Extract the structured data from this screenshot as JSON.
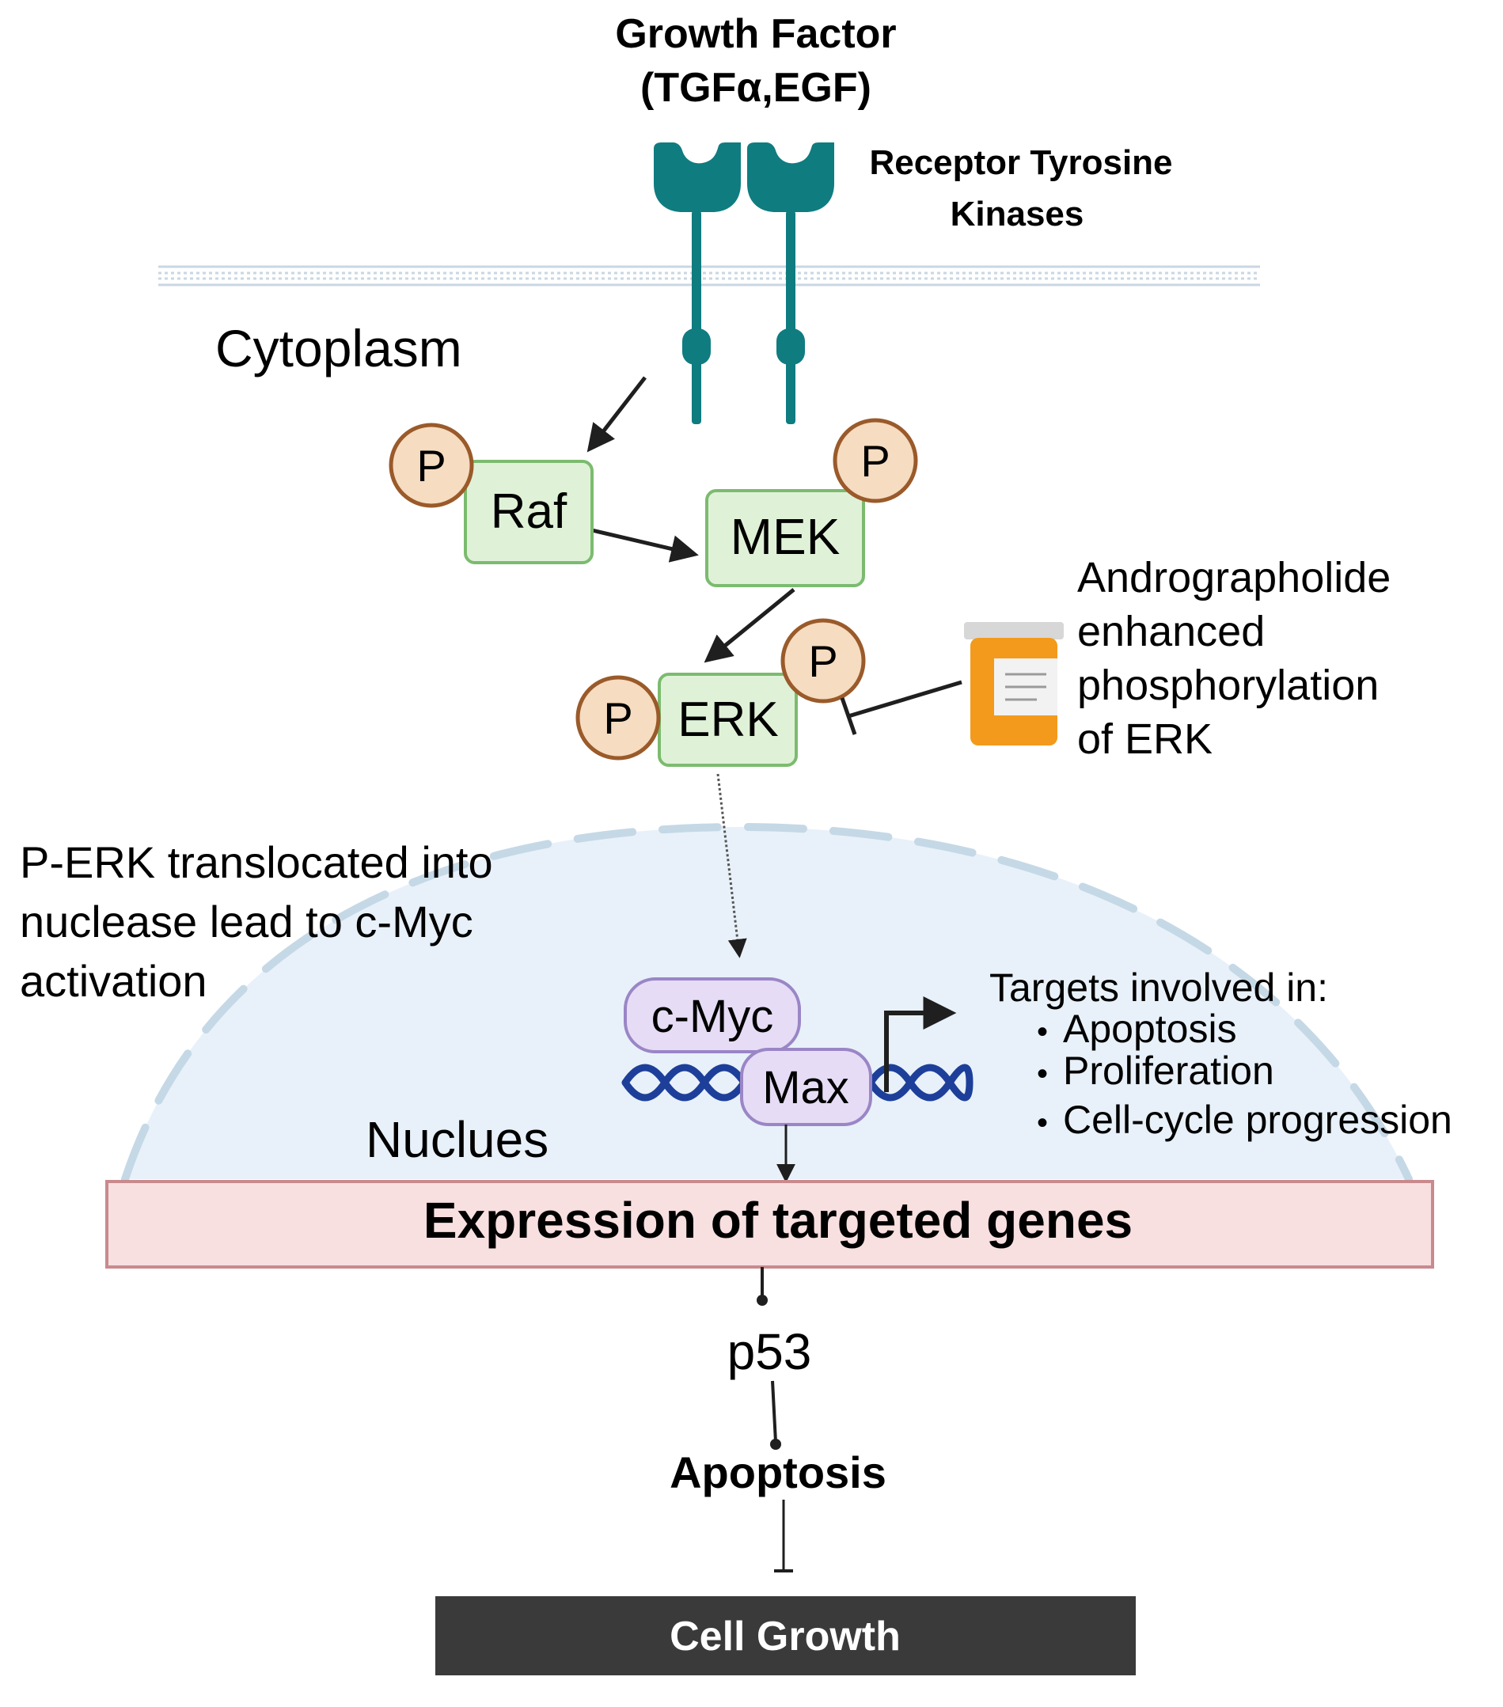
{
  "growth_factor": {
    "line1": "Growth Factor",
    "line2": "(TGFα,EGF)"
  },
  "receptor": {
    "line1": "Receptor Tyrosine",
    "line2": "Kinases"
  },
  "cytoplasm_label": "Cytoplasm",
  "phospho_label": "P",
  "proteins": {
    "raf": "Raf",
    "mek": "MEK",
    "erk": "ERK",
    "cmyc": "c-Myc",
    "max": "Max"
  },
  "drug_note": {
    "line1": "Andrographolide",
    "line2": "enhanced",
    "line3": "phosphorylation",
    "line4": "of ERK"
  },
  "translocation_note": {
    "line1": "P-ERK translocated into",
    "line2": "nuclease lead to c-Myc",
    "line3": "activation"
  },
  "targets": {
    "heading": "Targets involved in:",
    "items": [
      "Apoptosis",
      "Proliferation",
      "Cell-cycle progression"
    ],
    "bullet": "•"
  },
  "nucleus_label": "Nuclues",
  "expression_box": "Expression of targeted genes",
  "p53_label": "p53",
  "apoptosis_label": "Apoptosis",
  "cell_growth": "Cell Growth",
  "colors": {
    "receptor_teal": "#0f7c80",
    "protein_green_fill": "#dff2d8",
    "protein_green_stroke": "#7cbb6f",
    "phospho_fill": "#f6dcc0",
    "phospho_stroke": "#9a5a2a",
    "myc_fill": "#e6dcf5",
    "myc_stroke": "#9a86c6",
    "nucleus_fill": "#e8f1f9",
    "nucleus_dash": "#c5d8e6",
    "expression_fill": "#f8dfe0",
    "expression_stroke": "#c98a8e",
    "cell_growth_fill": "#3a3a3a",
    "dna_blue": "#1d3f9a",
    "pill_orange": "#f39a1c"
  }
}
